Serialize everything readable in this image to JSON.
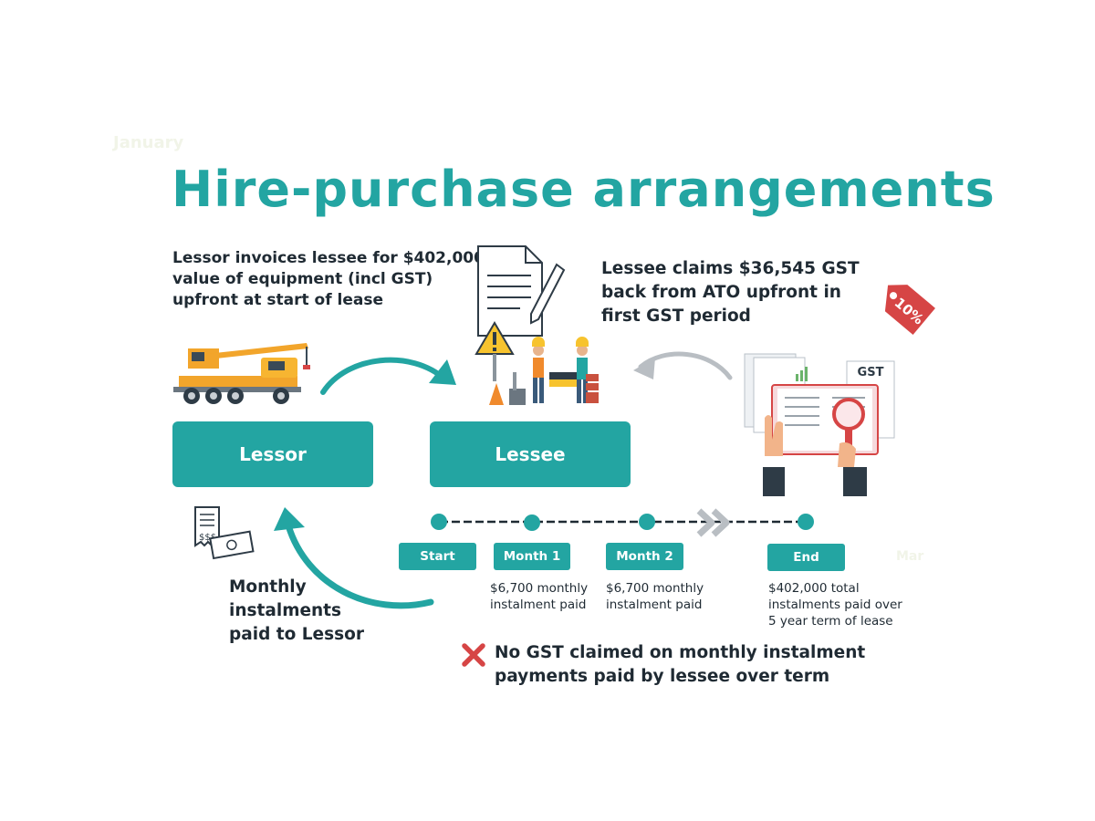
{
  "ghost_text": {
    "top": "January",
    "right": "Mar"
  },
  "title": "Hire-purchase arrangements",
  "lessor_invoice_text": [
    "Lessor invoices lessee for $402,000",
    "value of equipment (incl GST)",
    "upfront at start of lease"
  ],
  "lessee_claim_text": [
    "Lessee claims $36,545 GST",
    "back from ATO upfront in",
    "first GST period"
  ],
  "price_tag_label": "10%",
  "gst_doc_label": "GST",
  "parties": {
    "lessor": "Lessor",
    "lessee": "Lessee"
  },
  "instalments_text": [
    "Monthly",
    "instalments",
    "paid to Lessor"
  ],
  "timeline": {
    "steps": [
      {
        "label": "Start",
        "note": []
      },
      {
        "label": "Month 1",
        "note": [
          "$6,700 monthly",
          "instalment paid"
        ]
      },
      {
        "label": "Month 2",
        "note": [
          "$6,700 monthly",
          "instalment paid"
        ]
      },
      {
        "label": "End",
        "note": [
          "$402,000 total",
          "instalments paid over",
          "5 year term of lease"
        ]
      }
    ]
  },
  "no_gst_text": [
    "No GST claimed on monthly instalment",
    "payments paid by lessee over term"
  ],
  "colors": {
    "teal": "#23a5a2",
    "grey": "#b9bec3",
    "red": "#d64545",
    "dark": "#1f2a33"
  },
  "icons": [
    "crane-truck-icon",
    "contract-icon",
    "warning-sign-icon",
    "construction-workers-icon",
    "gst-report-icon",
    "magnifier-icon",
    "price-tag-icon",
    "receipt-cash-icon",
    "cross-icon",
    "fast-forward-icon"
  ]
}
